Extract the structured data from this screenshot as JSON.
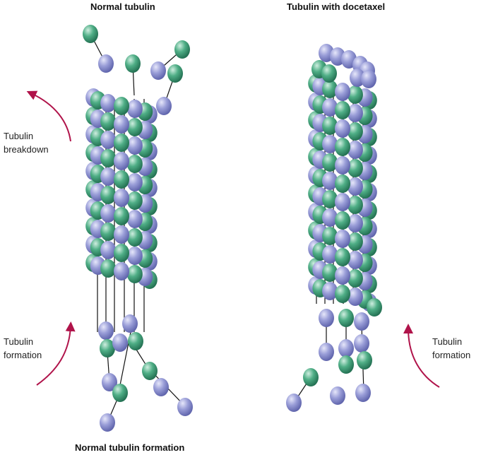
{
  "titles": {
    "left": "Normal tubulin",
    "right": "Tubulin with docetaxel",
    "bottom": "Normal tubulin formation"
  },
  "labels": {
    "breakdown": [
      "Tubulin",
      "breakdown"
    ],
    "formation_left": [
      "Tubulin",
      "formation"
    ],
    "formation_right": [
      "Tubulin",
      "formation"
    ]
  },
  "colors": {
    "beta_tubulin": "#8b8fd0",
    "alpha_tubulin": "#3f9a78",
    "arrow": "#b0134a"
  }
}
